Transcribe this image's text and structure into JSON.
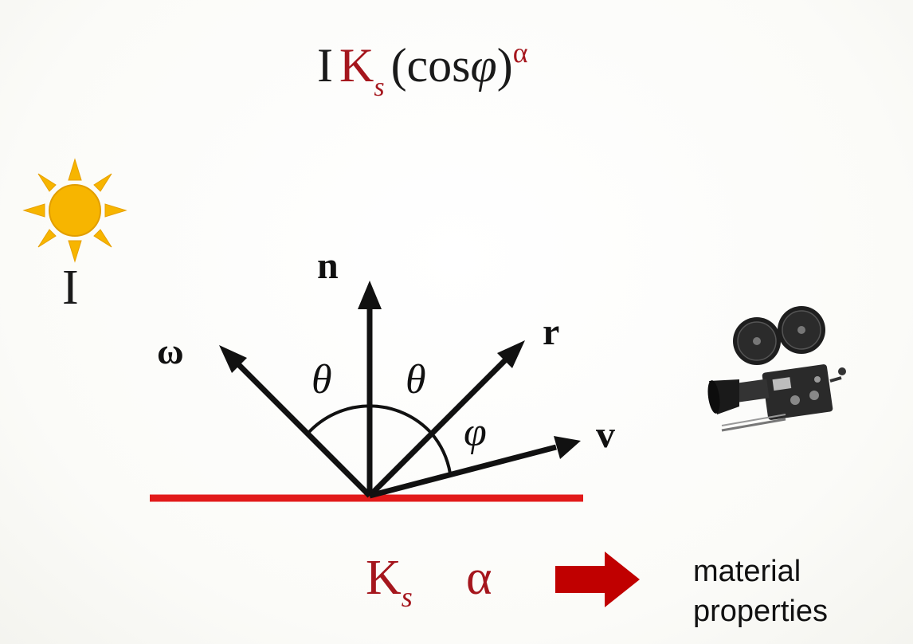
{
  "formula": {
    "intensity": "I",
    "ks": "K",
    "ks_sub": "s",
    "cos_open": "(cos",
    "phi": "φ",
    "cos_close": ")",
    "alpha": "α"
  },
  "light": {
    "icon": "sun-icon",
    "label": "I"
  },
  "vectors": {
    "normal": "n",
    "reflect": "r",
    "incoming": "ω",
    "view": "v"
  },
  "angles": {
    "theta_left": "θ",
    "theta_right": "θ",
    "phi": "φ"
  },
  "viewer": {
    "icon": "movie-camera-icon"
  },
  "bottom": {
    "ks": "K",
    "ks_sub": "s",
    "alpha": "α",
    "material_line1": "material",
    "material_line2": "properties"
  },
  "colors": {
    "accent_red": "#a5161d",
    "surface_red": "#e21a1a",
    "sun_yellow": "#f7b500",
    "arrow_red": "#c00000",
    "ink": "#111111"
  }
}
